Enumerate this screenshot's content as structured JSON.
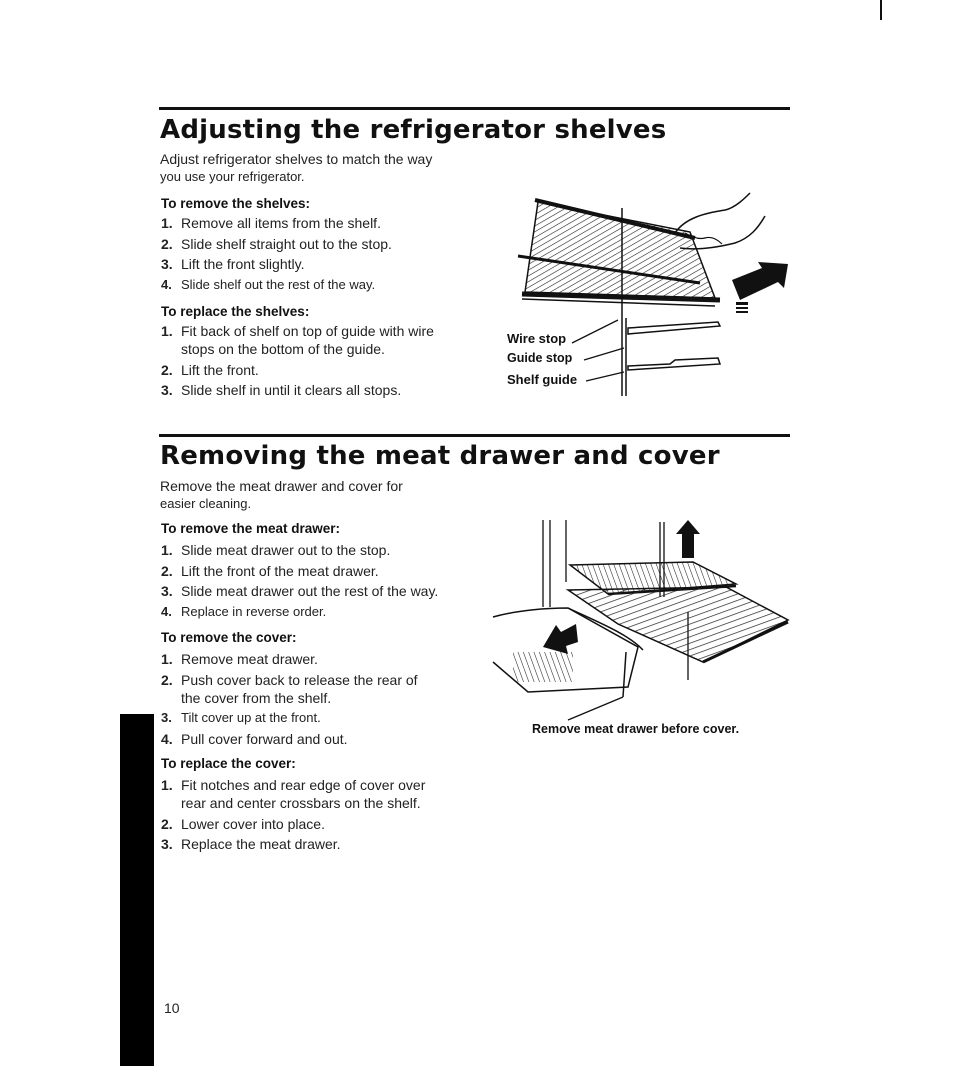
{
  "section1": {
    "title": "Adjusting the refrigerator shelves",
    "intro_line1": "Adjust refrigerator shelves to match the way",
    "intro_line2": "you use your refrigerator.",
    "remove_heading": "To remove the shelves:",
    "remove_steps": [
      {
        "n": "1.",
        "text": "Remove all items from the shelf."
      },
      {
        "n": "2.",
        "text": "Slide shelf straight out to the stop."
      },
      {
        "n": "3.",
        "text": "Lift the front slightly."
      },
      {
        "n": "4.",
        "text": "Slide shelf out the rest of the way."
      }
    ],
    "replace_heading": "To replace the shelves:",
    "replace_steps": [
      {
        "n": "1.",
        "text": "Fit back of shelf on top of guide with wire",
        "text2": "stops on the bottom of the guide."
      },
      {
        "n": "2.",
        "text": "Lift the front."
      },
      {
        "n": "3.",
        "text": "Slide shelf in until it clears all stops."
      }
    ],
    "figure_labels": {
      "wire_stop": "Wire stop",
      "guide_stop": "Guide stop",
      "shelf_guide": "Shelf guide"
    }
  },
  "section2": {
    "title": "Removing the meat drawer and cover",
    "intro_line1": "Remove the meat drawer and cover for",
    "intro_line2": "easier cleaning.",
    "remove_drawer_heading": "To remove the meat drawer:",
    "remove_drawer_steps": [
      {
        "n": "1.",
        "text": "Slide meat drawer out to the stop."
      },
      {
        "n": "2.",
        "text": "Lift the front of the meat drawer."
      },
      {
        "n": "3.",
        "text": "Slide meat drawer out the rest of the way."
      },
      {
        "n": "4.",
        "text": "Replace in reverse order."
      }
    ],
    "remove_cover_heading": "To remove the cover:",
    "remove_cover_steps": [
      {
        "n": "1.",
        "text": "Remove meat drawer."
      },
      {
        "n": "2.",
        "text": "Push cover back to release the rear of",
        "text2": "the cover from the shelf."
      },
      {
        "n": "3.",
        "text": "Tilt cover up at the front."
      },
      {
        "n": "4.",
        "text": "Pull cover forward and out."
      }
    ],
    "replace_cover_heading": "To replace the cover:",
    "replace_cover_steps": [
      {
        "n": "1.",
        "text": "Fit notches and rear edge of cover over",
        "text2": "rear and center crossbars on the shelf."
      },
      {
        "n": "2.",
        "text": "Lower cover into place."
      },
      {
        "n": "3.",
        "text": "Replace the meat drawer."
      }
    ],
    "figure_caption": "Remove meat drawer before cover."
  },
  "page_number": "10"
}
